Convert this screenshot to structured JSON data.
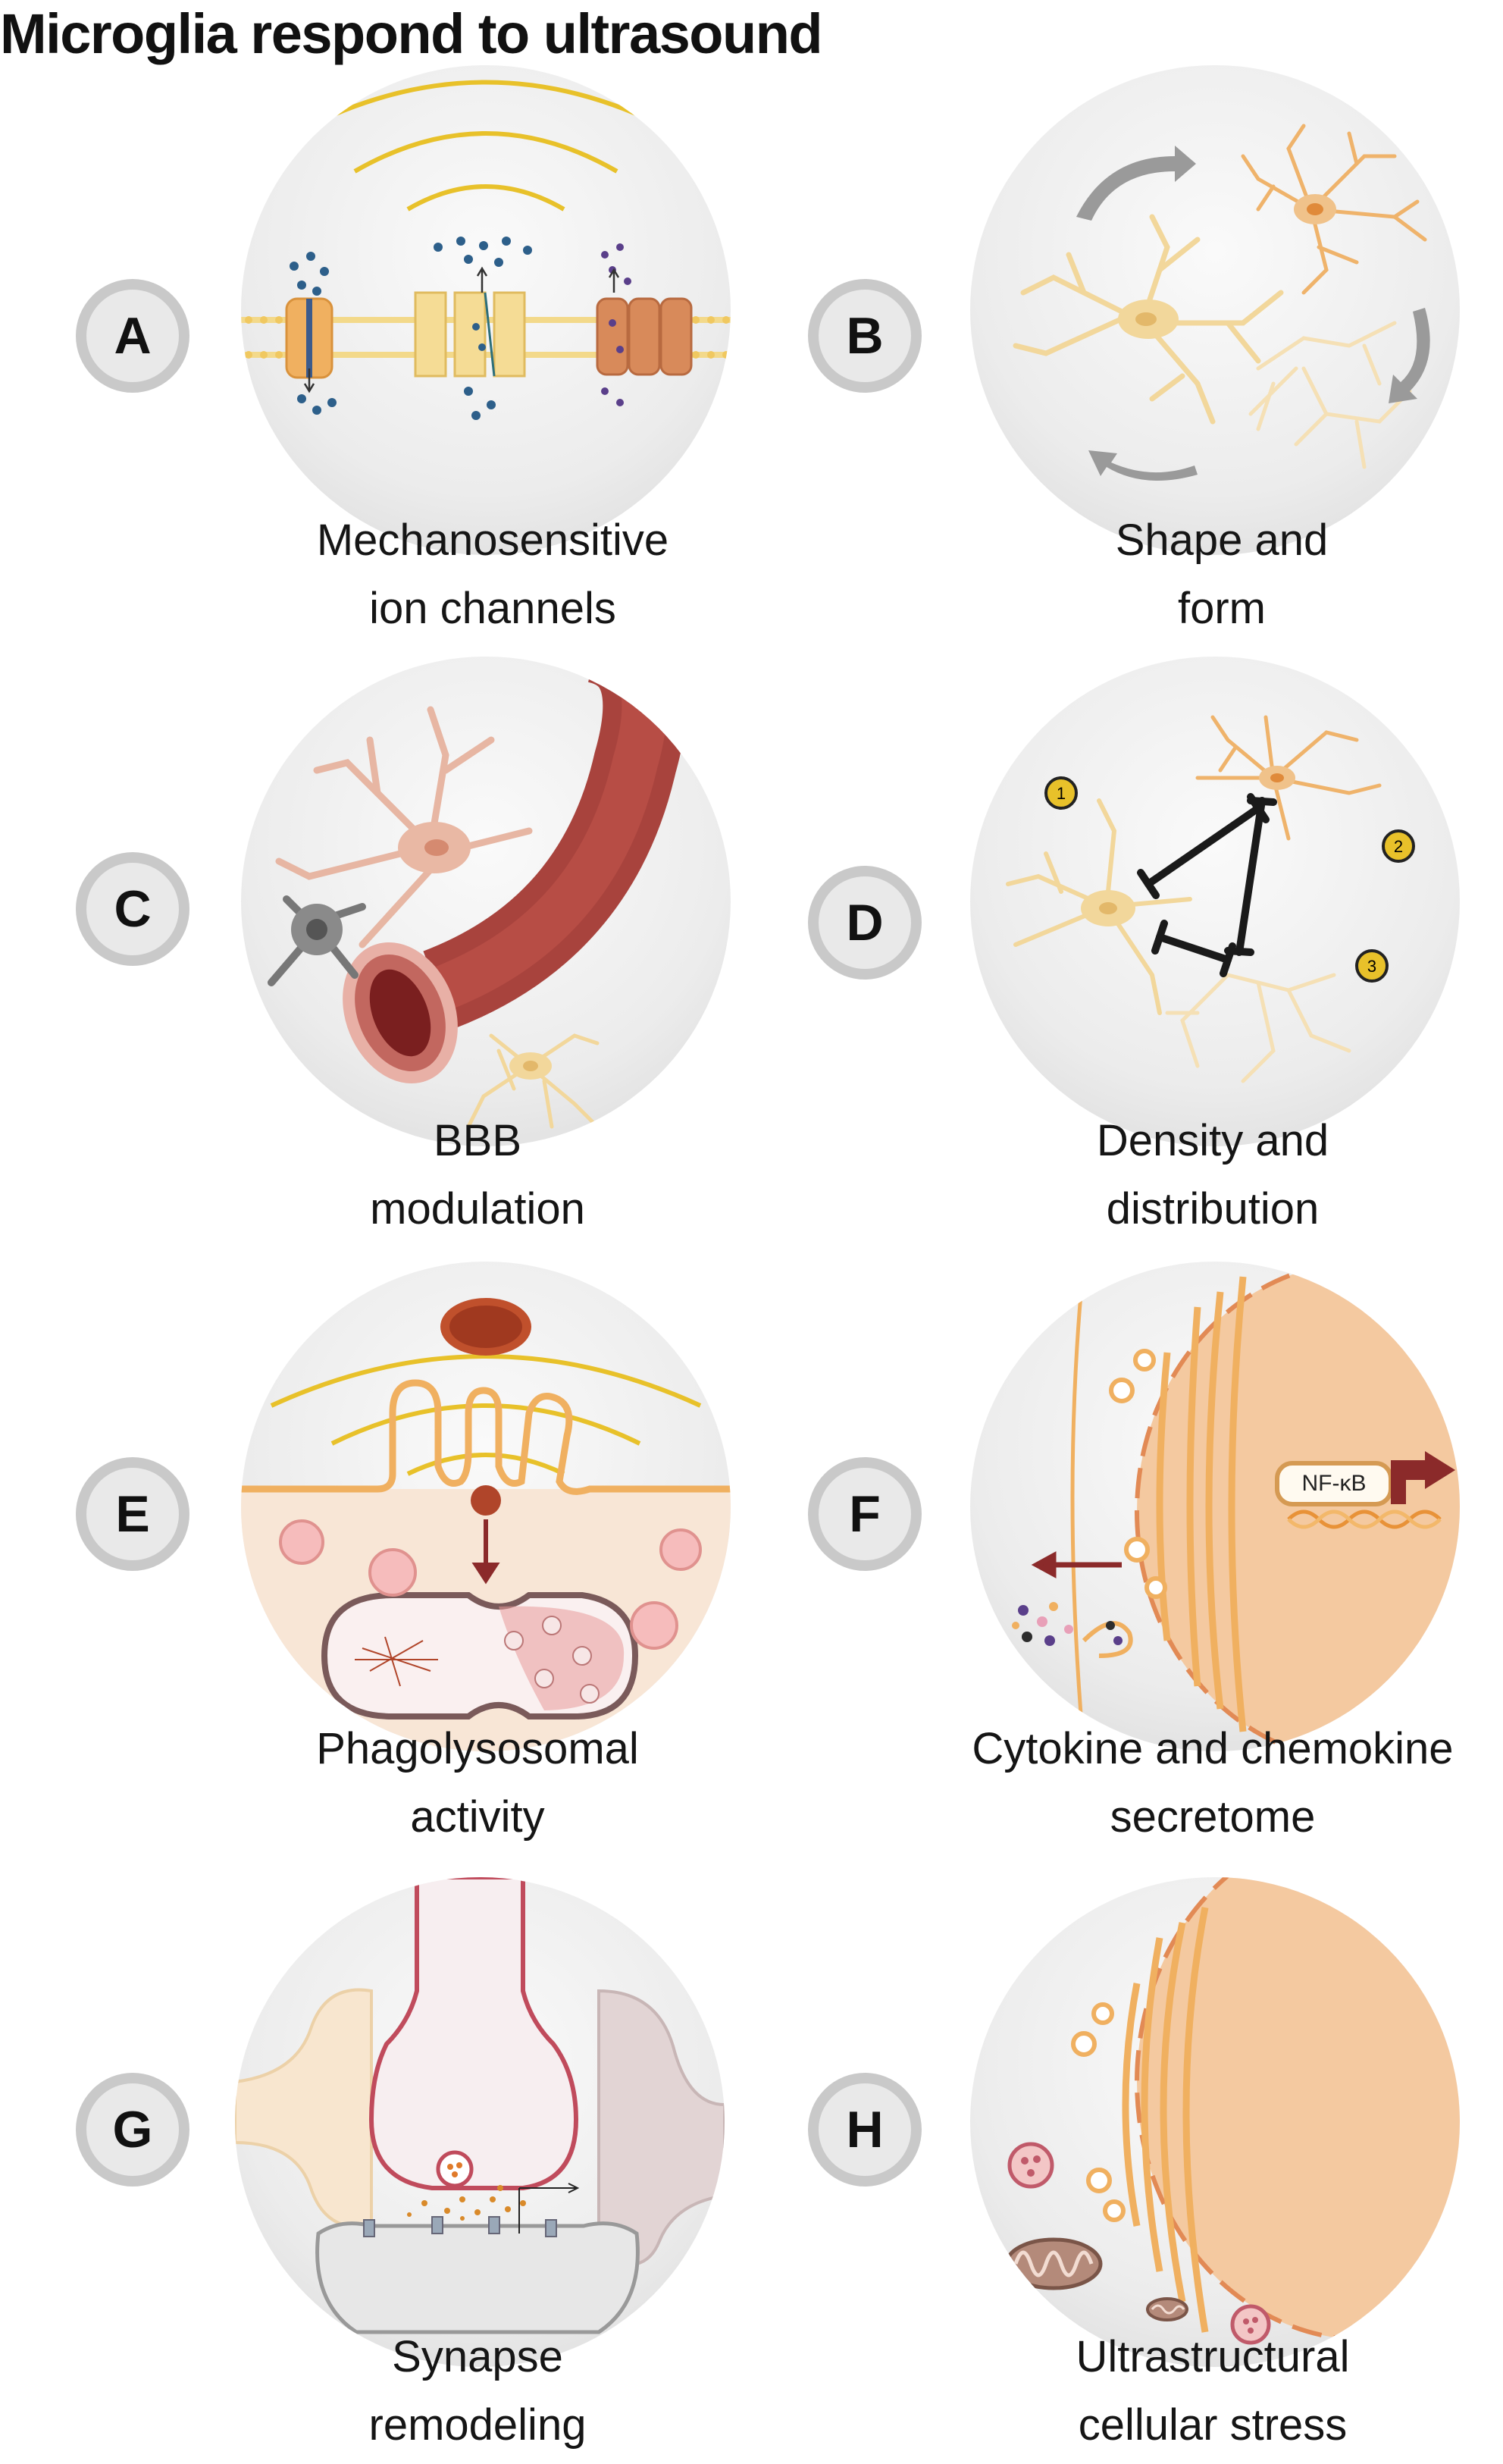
{
  "title": "Microglia respond to ultrasound",
  "panels": [
    {
      "letter": "A",
      "line1": "Mechanosensitive",
      "line2": "ion channels"
    },
    {
      "letter": "B",
      "line1": "Shape and",
      "line2": "form"
    },
    {
      "letter": "C",
      "line1": "BBB",
      "line2": "modulation"
    },
    {
      "letter": "D",
      "line1": "Density and",
      "line2": "distribution",
      "markers": [
        "1",
        "2",
        "3"
      ]
    },
    {
      "letter": "E",
      "line1": "Phagolysosomal",
      "line2": "activity"
    },
    {
      "letter": "F",
      "line1": "Cytokine and chemokine",
      "line2": "secretome",
      "nfkb": "NF-κB"
    },
    {
      "letter": "G",
      "line1": "Synapse",
      "line2": "remodeling"
    },
    {
      "letter": "H",
      "line1": "Ultrastructural",
      "line2": "cellular stress"
    }
  ],
  "colors": {
    "ultrasound_wave": "#e8c12a",
    "microglia": "#f2d79b",
    "vessel": "#a8433d",
    "membrane": "#f0b060",
    "nucleus": "#f4c9a0",
    "arrow": "#8b2a2a",
    "badge_ring": "#c9c9c9"
  }
}
